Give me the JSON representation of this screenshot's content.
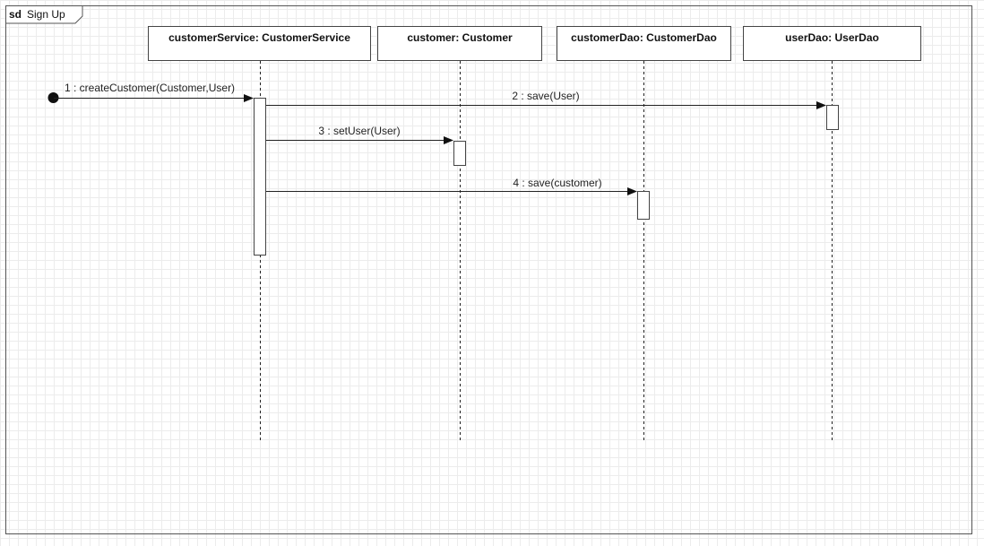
{
  "frame": {
    "keyword": "sd",
    "name": "Sign Up"
  },
  "lifelines": [
    {
      "label": "customerService: CustomerService"
    },
    {
      "label": "customer: Customer"
    },
    {
      "label": "customerDao: CustomerDao"
    },
    {
      "label": "userDao: UserDao"
    }
  ],
  "messages": [
    {
      "label": "1 : createCustomer(Customer,User)",
      "from": "initial",
      "to": "customerService: CustomerService"
    },
    {
      "label": "2 : save(User)",
      "from": "customerService: CustomerService",
      "to": "userDao: UserDao"
    },
    {
      "label": "3 : setUser(User)",
      "from": "customerService: CustomerService",
      "to": "customer: Customer"
    },
    {
      "label": "4 : save(customer)",
      "from": "customerService: CustomerService",
      "to": "customerDao: CustomerDao"
    }
  ]
}
